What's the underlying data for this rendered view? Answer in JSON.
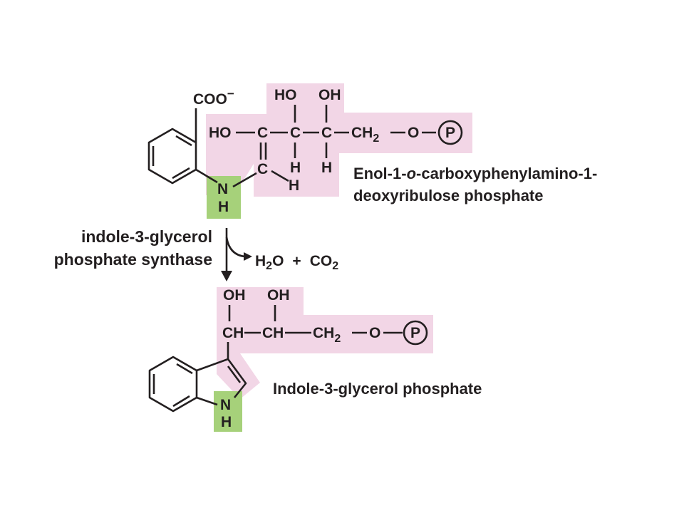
{
  "substrate": {
    "name_line1": "Enol-1-",
    "name_italic": "o",
    "name_line1_rest": "-carboxyphenylamino-1-",
    "name_line2": "deoxyribulose phosphate",
    "carboxylate": "COO",
    "charge": "−",
    "ho_left": "HO",
    "c": "C",
    "ho": "HO",
    "oh": "OH",
    "ch": "CH",
    "sub2": "2",
    "o": "O",
    "p": "P",
    "h": "H",
    "n": "N"
  },
  "enzyme": {
    "line1": "indole-3-glycerol",
    "line2": "phosphate synthase"
  },
  "byproducts": {
    "h": "H",
    "h_sub": "2",
    "o": "O",
    "plus": "+",
    "co": "CO",
    "co_sub": "2"
  },
  "product": {
    "name": "Indole-3-glycerol  phosphate",
    "oh": "OH",
    "ch": "CH",
    "sub2": "2",
    "o": "O",
    "p": "P",
    "n": "N",
    "h": "H"
  },
  "colors": {
    "highlight_pink": "#f2d6e6",
    "highlight_green": "#a6d17a",
    "ink": "#231f20"
  }
}
